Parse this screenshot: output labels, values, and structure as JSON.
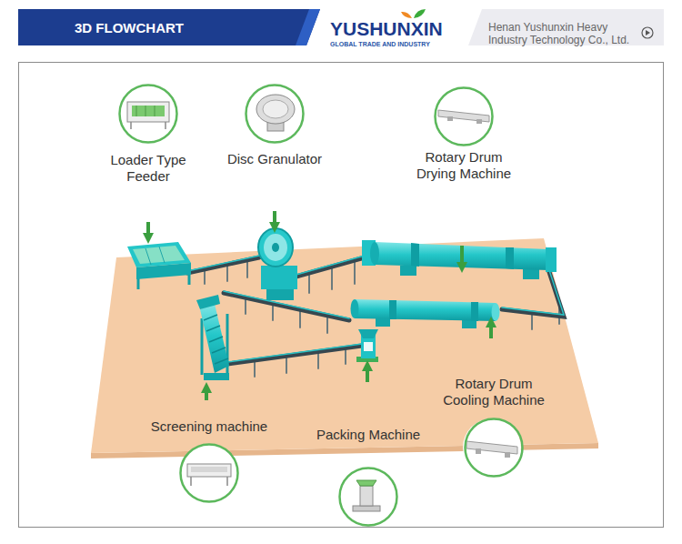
{
  "diagram": {
    "title": "3D FLOWCHART",
    "nodes": [
      {
        "text": [
          "Loader Type Feeder"
        ]
      },
      {
        "text": [
          "Disc Granulator"
        ]
      },
      {
        "text": [
          "Rotary Drum Drying Machine"
        ]
      },
      {
        "text": [
          "Rotary Drum Cooling Machine"
        ]
      },
      {
        "text": [
          "Screening machine"
        ]
      },
      {
        "text": [
          "Packing Machine"
        ]
      }
    ],
    "labels": [
      "YUSHUNXIN",
      "GLOBAL TRADE AND INDUSTRY",
      "Henan Yushunxin Heavy Industry Technology Co., Ltd."
    ]
  }
}
